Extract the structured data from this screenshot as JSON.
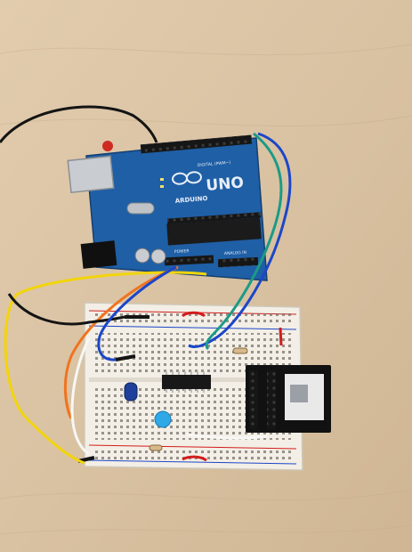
{
  "photo": {
    "board": {
      "brand": "ARDUINO",
      "model": "UNO",
      "header_top_label": "DIGITAL (PWM~)",
      "header_power_label": "POWER",
      "header_analog_label": "ANALOG IN"
    }
  },
  "colors": {
    "table": "#ddc7a8",
    "board": "#1f5fa6",
    "breadboard": "#f3efe6",
    "wire_yellow": "#f2d40c",
    "wire_orange": "#f0741e",
    "wire_blue": "#1b46c9",
    "wire_green": "#1b9b86",
    "wire_black": "#141414",
    "wire_white": "#f7f7f5",
    "wire_red": "#d31c1c",
    "led_blue": "#2fa8e6",
    "module_black": "#111111"
  }
}
